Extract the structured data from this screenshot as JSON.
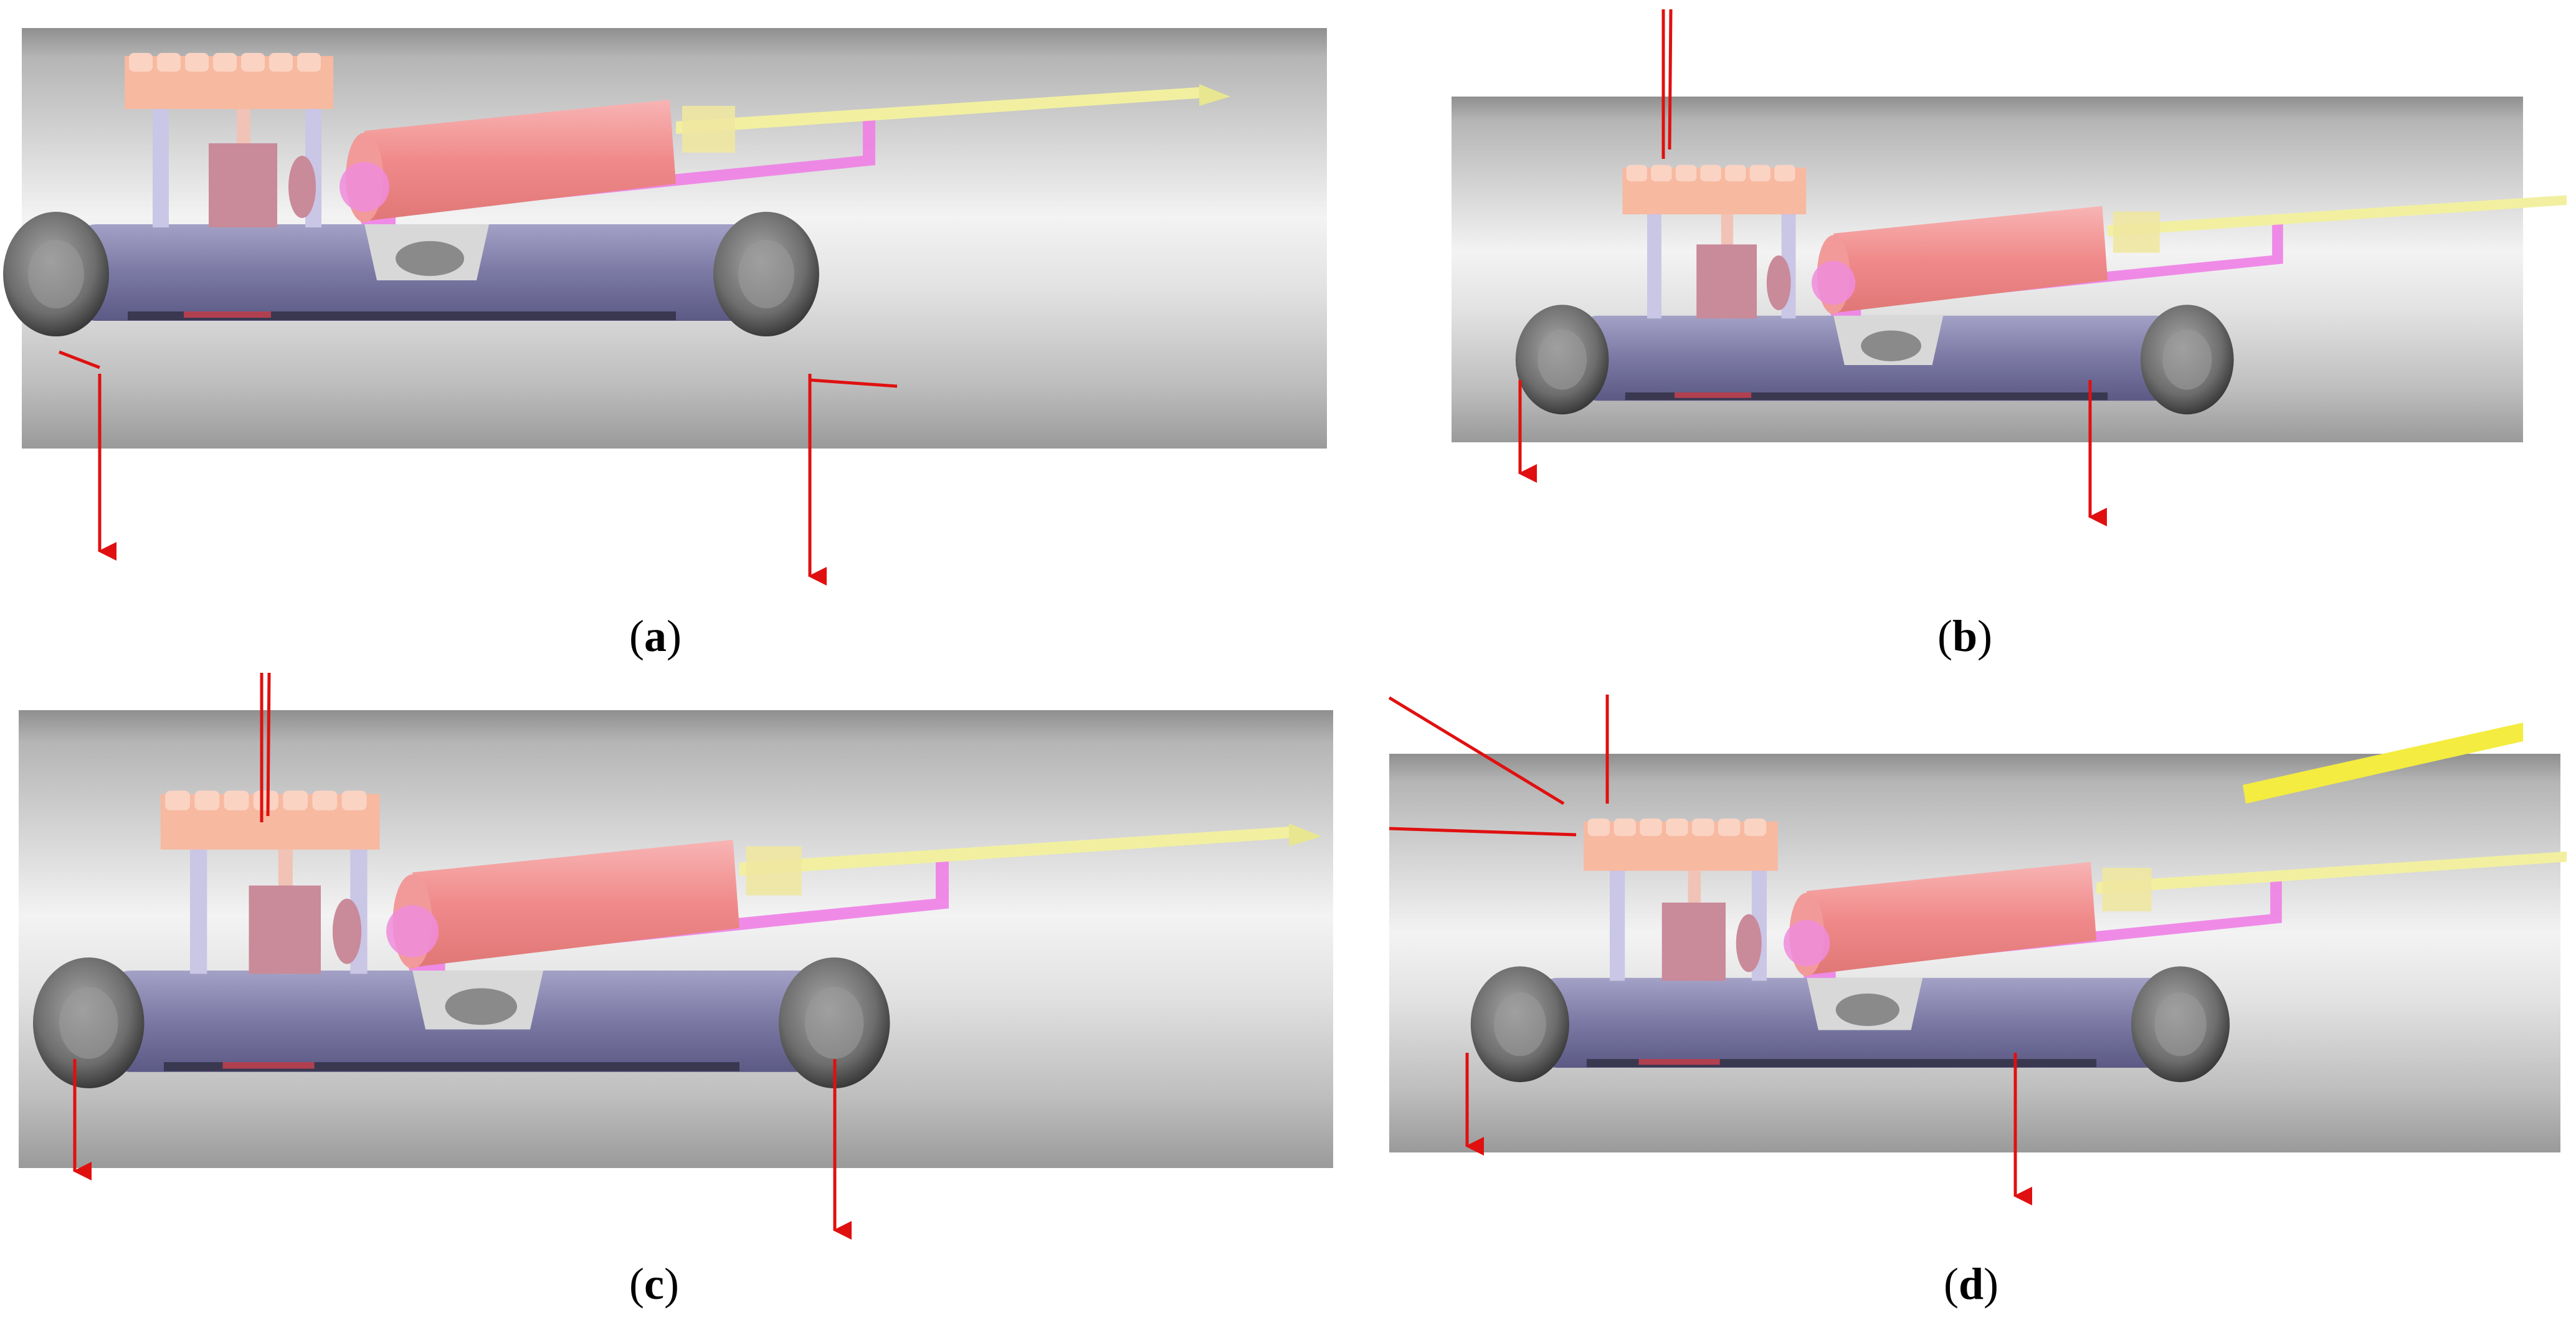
{
  "figure": {
    "panels": [
      {
        "id": "a",
        "caption_open": "(",
        "caption_letter": "a",
        "caption_close": ")"
      },
      {
        "id": "b",
        "caption_open": "(",
        "caption_letter": "b",
        "caption_close": ")"
      },
      {
        "id": "c",
        "caption_open": "(",
        "caption_letter": "c",
        "caption_close": ")"
      },
      {
        "id": "d",
        "caption_open": "(",
        "caption_letter": "d",
        "caption_close": ")"
      }
    ]
  },
  "colors": {
    "pipe_dark": "#9a9a9a",
    "pipe_light": "#efefef",
    "chassis": "#7d7ba6",
    "wheel": "#5f5f5f",
    "motor_block": "#f7b9a0",
    "cylinder": "#f08a8a",
    "rod": "#f2f0a0",
    "arm": "#ee80e6",
    "force_arrow": "#e01010"
  }
}
